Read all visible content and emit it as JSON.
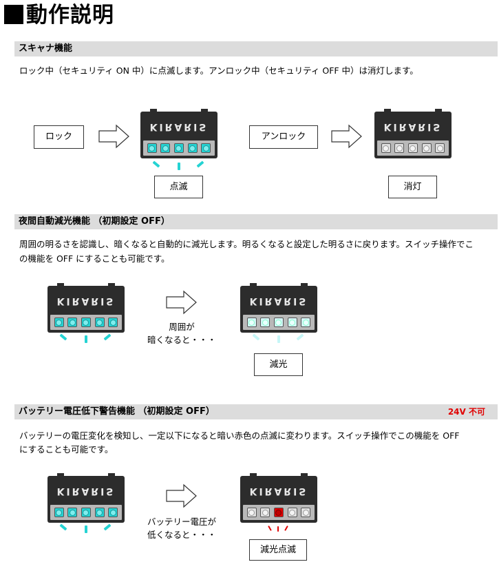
{
  "page_title": "動作説明",
  "brand_logo": "KIRARIS",
  "colors": {
    "led_on": "#25d3d3",
    "led_dim": "#d4f5f7",
    "led_red": "#e00000",
    "warning_text": "#e00000",
    "section_bar": "#dcdcdc"
  },
  "sections": {
    "scanner": {
      "heading": "スキャナ機能",
      "text": "ロック中（セキュリティ ON 中）に点滅します。アンロック中（セキュリティ OFF 中）は消灯します。",
      "lock_label": "ロック",
      "unlock_label": "アンロック",
      "blink_label": "点滅",
      "off_label": "消灯"
    },
    "night": {
      "heading": "夜間自動減光機能 （初期設定 OFF）",
      "text_line1": "周囲の明るさを認識し、暗くなると自動的に減光します。明るくなると設定した明るさに戻ります。スイッチ操作でこ",
      "text_line2": "の機能を OFF にすることも可能です。",
      "condition_line1": "周囲が",
      "condition_line2": "暗くなると・・・",
      "result_label": "減光"
    },
    "battery": {
      "heading": "バッテリー電圧低下警告機能 （初期設定 OFF）",
      "warning": "24V 不可",
      "text_line1": "バッテリーの電圧変化を検知し、一定以下になると暗い赤色の点滅に変わります。スイッチ操作でこの機能を OFF",
      "text_line2": "にすることも可能です。",
      "condition_line1": "バッテリー電圧が",
      "condition_line2": "低くなると・・・",
      "result_label": "減光点滅"
    }
  }
}
